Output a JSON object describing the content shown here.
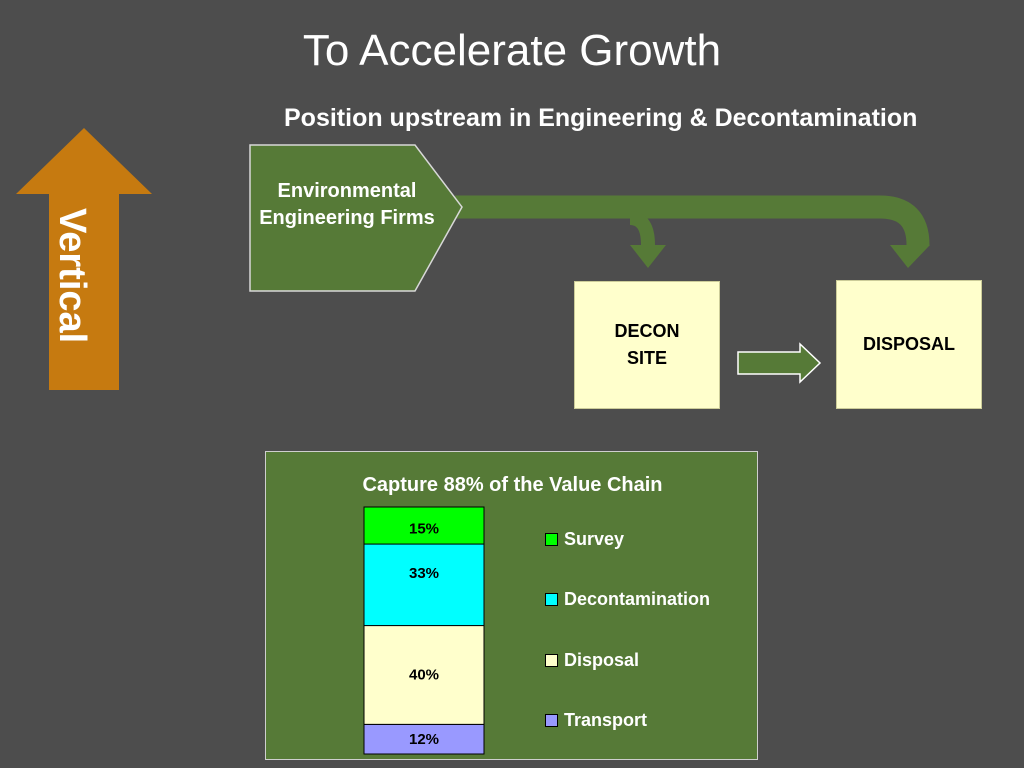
{
  "slide": {
    "title": "To Accelerate Growth",
    "subtitle": "Position upstream in Engineering & Decontamination",
    "vertical_label": "Vertical"
  },
  "flow": {
    "source_label": "Environmental Engineering Firms",
    "decon_label_line1": "DECON",
    "decon_label_line2": "SITE",
    "disposal_label": "DISPOSAL"
  },
  "colors": {
    "background": "#4d4d4d",
    "green": "#567a37",
    "orange": "#c67a10",
    "box_fill": "#ffffcc"
  },
  "chart_data": {
    "type": "bar",
    "stacked": true,
    "title": "Capture 88% of the Value Chain",
    "categories": [
      ""
    ],
    "series": [
      {
        "name": "Transport",
        "values": [
          12
        ],
        "label": "12%",
        "color": "#9999ff"
      },
      {
        "name": "Disposal",
        "values": [
          40
        ],
        "label": "40%",
        "color": "#ffffcc"
      },
      {
        "name": "Decontamination",
        "values": [
          33
        ],
        "label": "33%",
        "color": "#00ffff"
      },
      {
        "name": "Survey",
        "values": [
          15
        ],
        "label": "15%",
        "color": "#00ff00"
      }
    ],
    "legend_order": [
      "Survey",
      "Decontamination",
      "Disposal",
      "Transport"
    ],
    "legend_placement": "right",
    "ylim": [
      0,
      100
    ],
    "grid": false
  }
}
